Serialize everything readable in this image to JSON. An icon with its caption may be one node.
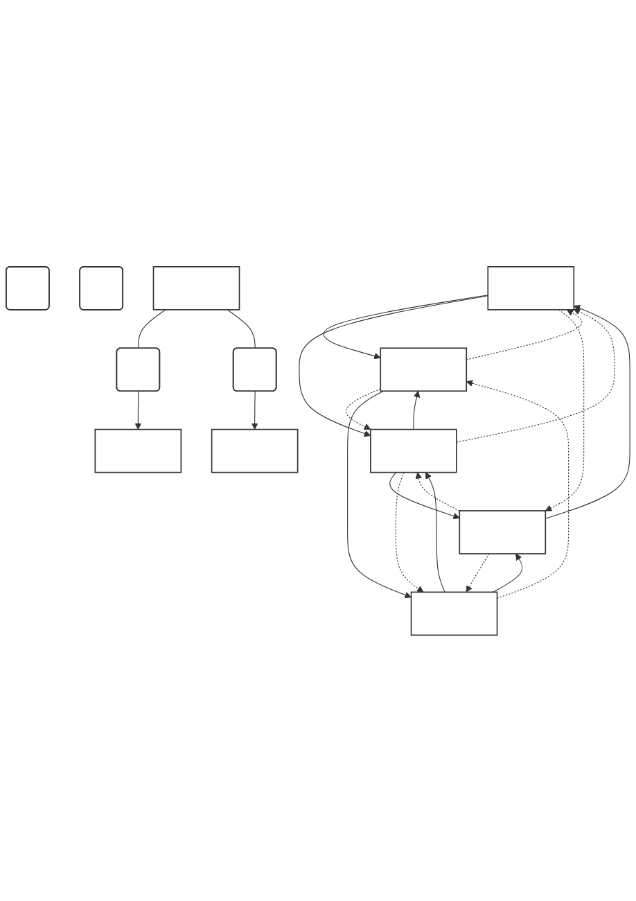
{
  "diagram": {
    "nodes": [
      {
        "text": [],
        "shape": "box"
      },
      {
        "text": [],
        "shape": "box"
      },
      {
        "text": [],
        "shape": "box"
      },
      {
        "text": [],
        "shape": "box"
      },
      {
        "text": [],
        "shape": "box"
      },
      {
        "text": [],
        "shape": "box"
      },
      {
        "text": [],
        "shape": "box"
      },
      {
        "text": [],
        "shape": "box"
      },
      {
        "text": [],
        "shape": "box"
      },
      {
        "text": [],
        "shape": "box"
      },
      {
        "text": [],
        "shape": "box"
      },
      {
        "text": [],
        "shape": "box"
      }
    ],
    "edges": [
      {
        "from": 2,
        "to": 3,
        "arrow": "to"
      },
      {
        "from": 3,
        "to": 2,
        "arrow": "to",
        "style": "dashed"
      },
      {
        "from": 2,
        "to": 4,
        "arrow": "to"
      },
      {
        "from": 4,
        "to": 2,
        "arrow": "to",
        "style": "dashed"
      },
      {
        "from": 5,
        "to": 2,
        "arrow": "to"
      },
      {
        "from": 2,
        "to": 5,
        "arrow": "to",
        "style": "dashed"
      },
      {
        "from": 3,
        "to": 4,
        "arrow": "to",
        "style": "dashed"
      },
      {
        "from": 4,
        "to": 3,
        "arrow": "to"
      },
      {
        "from": 4,
        "to": 5,
        "arrow": "to"
      },
      {
        "from": 5,
        "to": 4,
        "arrow": "to",
        "style": "dashed"
      },
      {
        "from": 3,
        "to": 6,
        "arrow": "to"
      },
      {
        "from": 6,
        "to": 3,
        "arrow": "to",
        "style": "dashed"
      },
      {
        "from": 6,
        "to": 4,
        "arrow": "to"
      },
      {
        "from": 4,
        "to": 6,
        "arrow": "to",
        "style": "dashed"
      },
      {
        "from": 6,
        "to": 5,
        "arrow": "to"
      },
      {
        "from": 5,
        "to": 6,
        "arrow": "to",
        "style": "dashed"
      },
      {
        "from": 7,
        "to": 8,
        "arrow": "none"
      },
      {
        "from": 7,
        "to": 9,
        "arrow": "none"
      },
      {
        "from": 8,
        "to": 10,
        "arrow": "to"
      },
      {
        "from": 9,
        "to": 11,
        "arrow": "to"
      }
    ]
  }
}
